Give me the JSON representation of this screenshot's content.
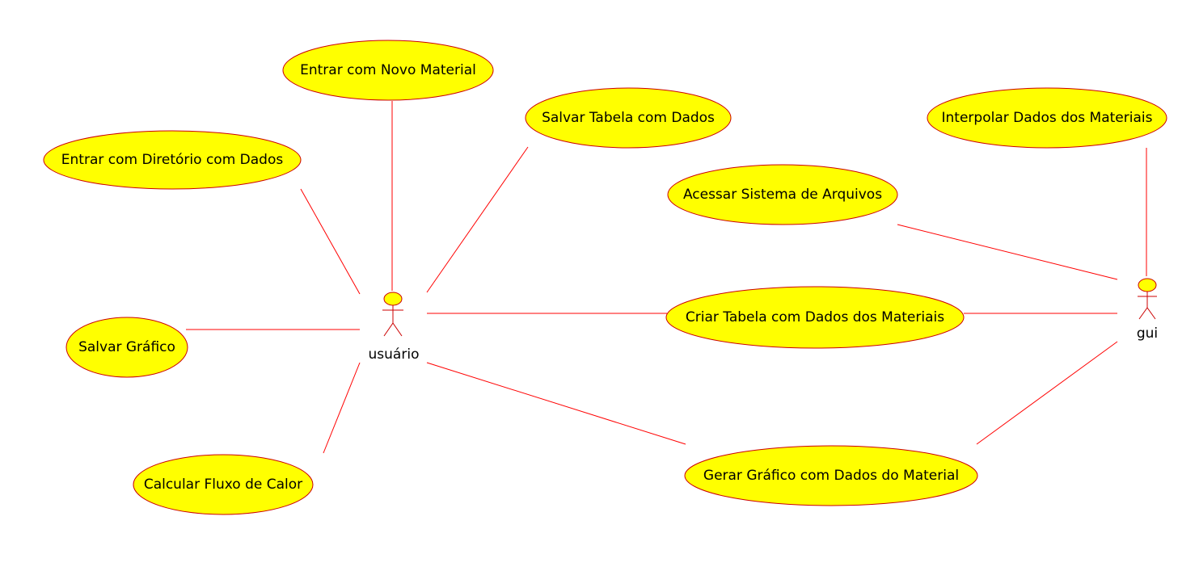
{
  "colors": {
    "line": "#ff0000",
    "usecase_fill": "#ffff00",
    "usecase_stroke": "#cc0000",
    "text": "#000000",
    "background": "#ffffff"
  },
  "actors": {
    "usuario": {
      "label": "usuário",
      "icon": "stick-figure-icon"
    },
    "gui": {
      "label": "gui",
      "icon": "stick-figure-icon"
    }
  },
  "use_cases": {
    "entrar_novo_material": {
      "label": "Entrar com Novo Material"
    },
    "salvar_tabela": {
      "label": "Salvar Tabela com Dados"
    },
    "entrar_diretorio": {
      "label": "Entrar com Diretório com Dados"
    },
    "salvar_grafico": {
      "label": "Salvar Gráfico"
    },
    "calcular_fluxo": {
      "label": "Calcular Fluxo de Calor"
    },
    "interpolar": {
      "label": "Interpolar Dados dos Materiais"
    },
    "acessar_arquivos": {
      "label": "Acessar Sistema de Arquivos"
    },
    "criar_tabela": {
      "label": "Criar Tabela com Dados dos Materiais"
    },
    "gerar_grafico": {
      "label": "Gerar Gráfico com Dados do Material"
    }
  },
  "associations": [
    {
      "from": "usuario",
      "to": "entrar_novo_material"
    },
    {
      "from": "usuario",
      "to": "salvar_tabela"
    },
    {
      "from": "usuario",
      "to": "entrar_diretorio"
    },
    {
      "from": "usuario",
      "to": "salvar_grafico"
    },
    {
      "from": "usuario",
      "to": "calcular_fluxo"
    },
    {
      "from": "usuario",
      "to": "criar_tabela"
    },
    {
      "from": "usuario",
      "to": "gerar_grafico"
    },
    {
      "from": "gui",
      "to": "interpolar"
    },
    {
      "from": "gui",
      "to": "acessar_arquivos"
    },
    {
      "from": "gui",
      "to": "criar_tabela"
    },
    {
      "from": "gui",
      "to": "gerar_grafico"
    }
  ]
}
